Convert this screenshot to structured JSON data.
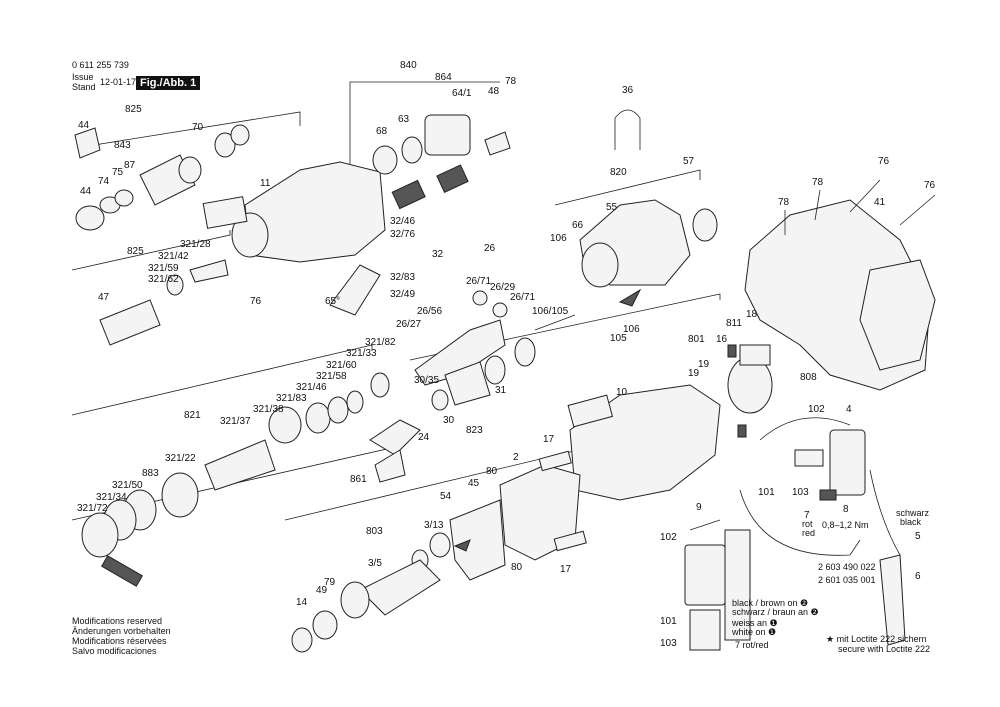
{
  "header": {
    "part_number": "0 611 255 739",
    "issue_label": "Issue",
    "stand_label": "Stand",
    "date": "12-01-17",
    "figure": "Fig./Abb. 1"
  },
  "notes": {
    "modifications": [
      "Modifications reserved",
      "Änderungen vorbehalten",
      "Modifications réservées",
      "Salvo modificaciones"
    ],
    "loctite": [
      "★ mit Loctite 222 sichern",
      "secure with Loctite 222"
    ],
    "wiring": [
      "black / brown on ❷",
      "schwarz / braun an ❷",
      "weiss an ❶",
      "white on ❶"
    ],
    "torque": "0,8–1,2 Nm",
    "colors": [
      "schwarz",
      "black",
      "rot",
      "red",
      "7 rot/red"
    ],
    "refs": [
      "2 603 490 022",
      "2 601 035 001"
    ]
  },
  "labels": [
    "840",
    "864",
    "78",
    "48",
    "64/1",
    "825",
    "44",
    "70",
    "63",
    "68",
    "843",
    "75",
    "87",
    "74",
    "44",
    "11",
    "36",
    "820",
    "57",
    "76",
    "78",
    "76",
    "41",
    "78",
    "32/46",
    "32/76",
    "32",
    "825",
    "321/28",
    "321/42",
    "321/59",
    "321/62",
    "47",
    "76",
    "65°",
    "32/83",
    "32/49",
    "26",
    "26/71",
    "26/29",
    "26/71",
    "106",
    "66",
    "55",
    "106/105",
    "26/56",
    "26/27",
    "105",
    "106",
    "811",
    "18",
    "321/82",
    "321/33",
    "321/60",
    "321/58",
    "321/46",
    "321/83",
    "321/38",
    "321/37",
    "821",
    "30/35",
    "31",
    "30",
    "24",
    "823",
    "10",
    "801",
    "16",
    "19",
    "19",
    "808",
    "102",
    "4",
    "17",
    "80",
    "2",
    "45",
    "54",
    "861",
    "321/22",
    "883",
    "321/50",
    "321/34",
    "321/72",
    "9",
    "101",
    "103",
    "7",
    "8",
    "5",
    "6",
    "803",
    "3/13",
    "3/5",
    "79",
    "49",
    "14",
    "80",
    "17",
    "102",
    "101",
    "103"
  ]
}
